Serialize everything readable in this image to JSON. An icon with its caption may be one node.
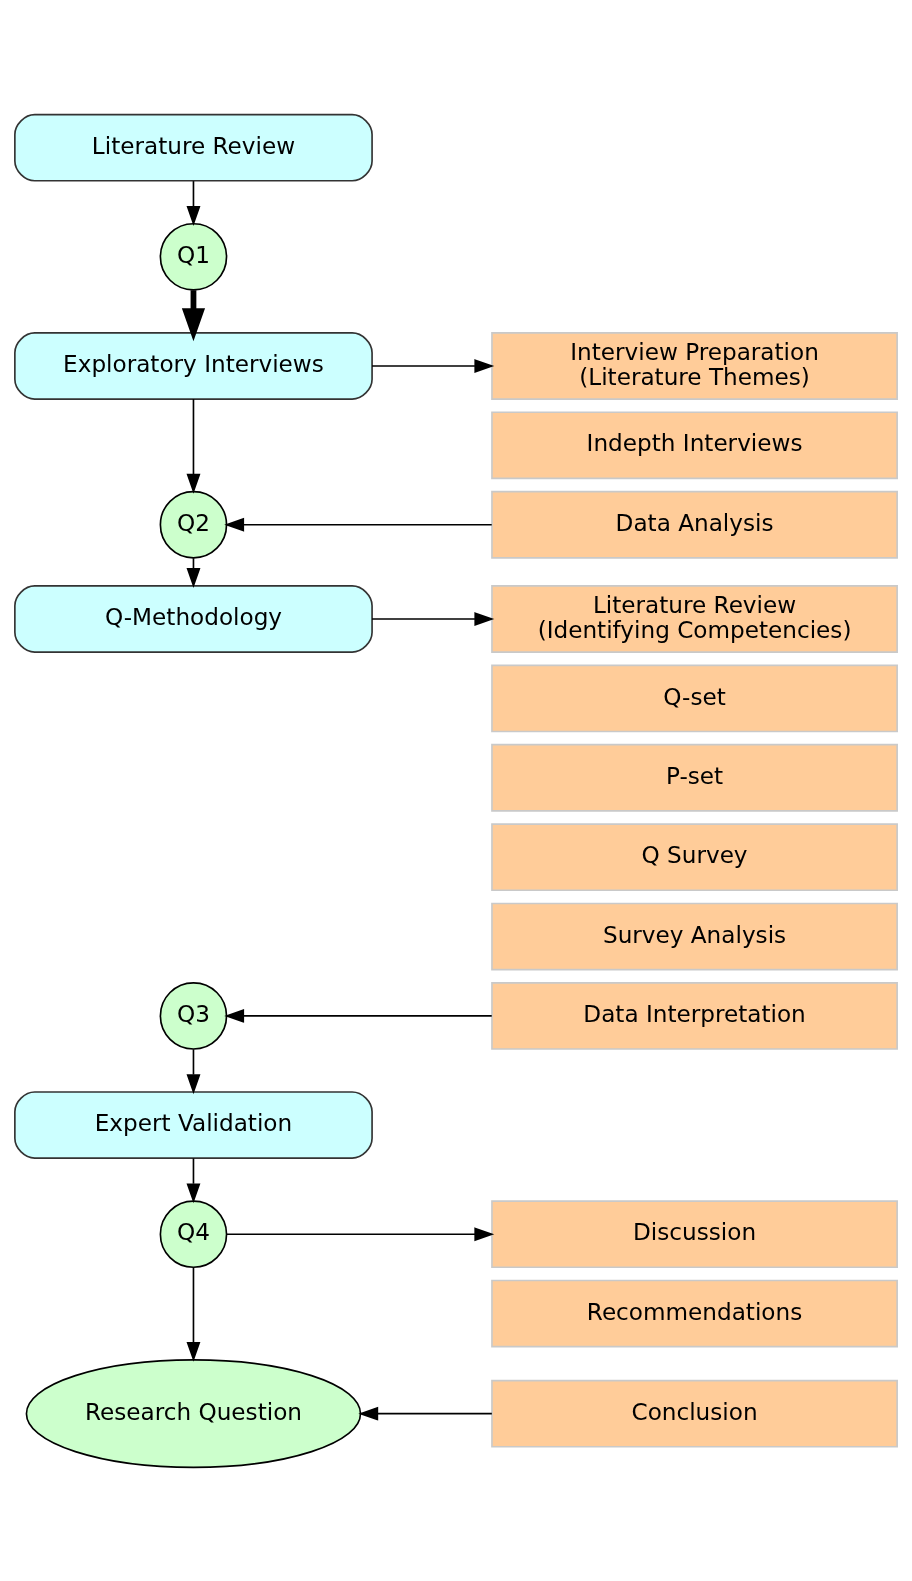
{
  "diagram": {
    "nodes": [
      {
        "text": [
          "Literature Review"
        ]
      },
      {
        "text": [
          "Q1"
        ]
      },
      {
        "text": [
          "Exploratory Interviews"
        ]
      },
      {
        "text": [
          "Interview Preparation (Literature Themes)"
        ]
      },
      {
        "text": [
          "Indepth Interviews"
        ]
      },
      {
        "text": [
          "Data Analysis"
        ]
      },
      {
        "text": [
          "Q2"
        ]
      },
      {
        "text": [
          "Q-Methodology"
        ]
      },
      {
        "text": [
          "Literature Review (Identifying Competencies)"
        ]
      },
      {
        "text": [
          "Q-set"
        ]
      },
      {
        "text": [
          "P-set"
        ]
      },
      {
        "text": [
          "Q Survey"
        ]
      },
      {
        "text": [
          "Survey Analysis"
        ]
      },
      {
        "text": [
          "Data Interpretation"
        ]
      },
      {
        "text": [
          "Q3"
        ]
      },
      {
        "text": [
          "Expert Validation"
        ]
      },
      {
        "text": [
          "Q4"
        ]
      },
      {
        "text": [
          "Discussion"
        ]
      },
      {
        "text": [
          "Recommendations"
        ]
      },
      {
        "text": [
          "Conclusion"
        ]
      },
      {
        "text": [
          "Research Question"
        ]
      }
    ],
    "edges": [
      {
        "from": 0,
        "to": 1,
        "arrow": "to"
      },
      {
        "from": 1,
        "to": 2,
        "arrow": "to",
        "style": "thick"
      },
      {
        "from": 2,
        "to": 3,
        "arrow": "to"
      },
      {
        "from": 2,
        "to": 6,
        "arrow": "to"
      },
      {
        "from": 5,
        "to": 6,
        "arrow": "to"
      },
      {
        "from": 6,
        "to": 7,
        "arrow": "to"
      },
      {
        "from": 7,
        "to": 8,
        "arrow": "to"
      },
      {
        "from": 13,
        "to": 14,
        "arrow": "to"
      },
      {
        "from": 14,
        "to": 15,
        "arrow": "to"
      },
      {
        "from": 15,
        "to": 16,
        "arrow": "to"
      },
      {
        "from": 16,
        "to": 17,
        "arrow": "to"
      },
      {
        "from": 16,
        "to": 20,
        "arrow": "to"
      },
      {
        "from": 19,
        "to": 20,
        "arrow": "to"
      }
    ]
  }
}
